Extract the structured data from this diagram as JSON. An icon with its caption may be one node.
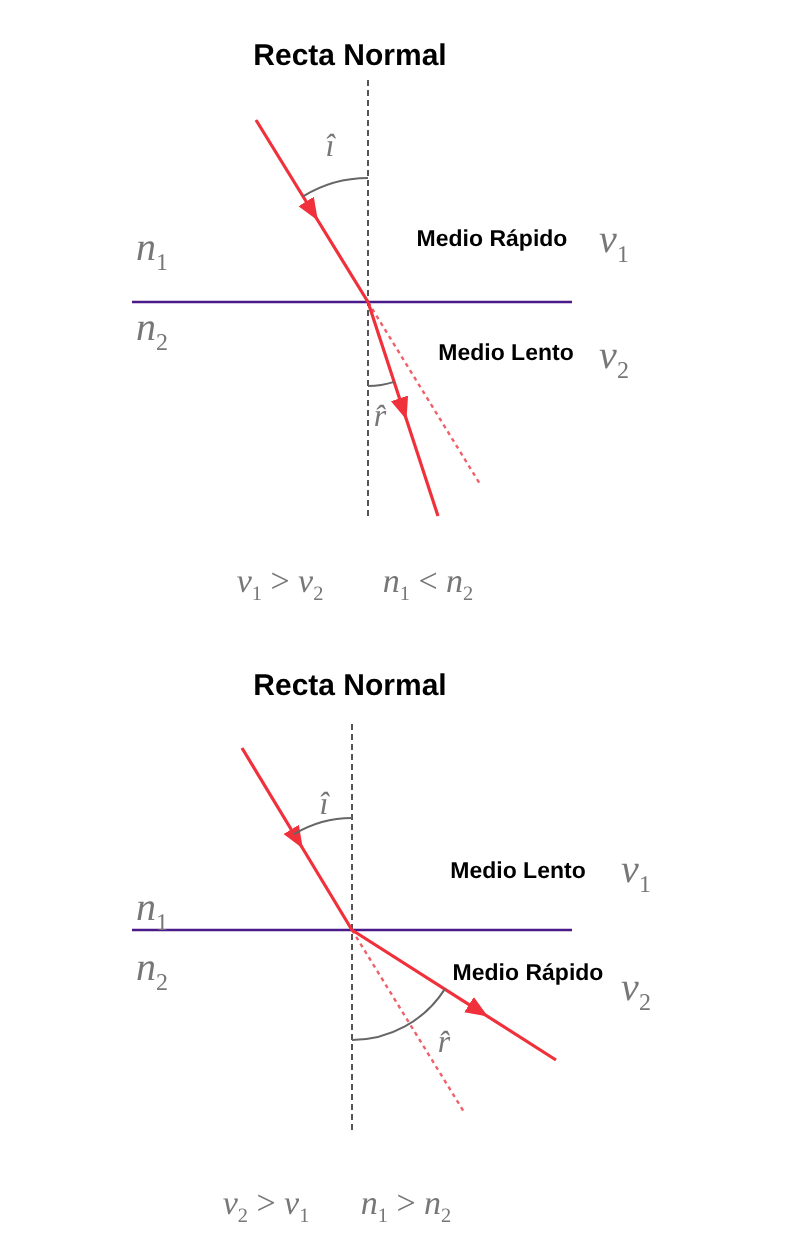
{
  "diagram": {
    "labels": [
      "Recta Normal",
      "î",
      "*n*$_{1}$",
      "Medio Rápido",
      "*v*$_{1}$",
      "*n*$_{2}$",
      "Medio Lento",
      "*v*$_{2}$",
      "r̂",
      "*v*$_{1}$ > *v*$_{2}$",
      "*n*$_{1}$ < *n*$_{2}$",
      "Recta Normal",
      "î",
      "Medio Lento",
      "*v*$_{1}$",
      "*n*$_{1}$",
      "*n*$_{2}$",
      "Medio Rápido",
      "*v*$_{2}$",
      "r̂",
      "*v*$_{2}$ > *v*$_{1}$",
      "*n*$_{1}$ > *n*$_{2}$"
    ]
  }
}
